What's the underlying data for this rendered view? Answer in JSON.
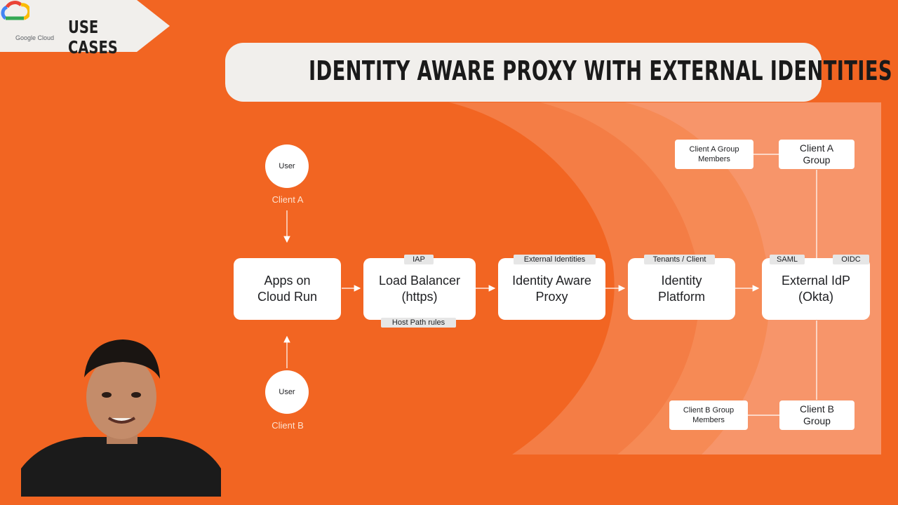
{
  "badge": {
    "brand": "Google Cloud",
    "label": "USE CASES"
  },
  "title": "IDENTITY AWARE PROXY WITH EXTERNAL IDENTITIES",
  "users": [
    {
      "icon_label": "User",
      "client": "Client A"
    },
    {
      "icon_label": "User",
      "client": "Client B"
    }
  ],
  "nodes": {
    "apps": "Apps on\nCloud Run",
    "lb": "Load Balancer\n(https)",
    "iap": "Identity Aware\nProxy",
    "idp_platform": "Identity\nPlatform",
    "external_idp": "External IdP\n(Okta)"
  },
  "tags": {
    "iap": "IAP",
    "host_path": "Host Path rules",
    "external_identities": "External Identities",
    "tenants": "Tenants / Client",
    "saml": "SAML",
    "oidc": "OIDC"
  },
  "groups": {
    "a_members": "Client A Group\nMembers",
    "a_group": "Client A\nGroup",
    "b_members": "Client B Group\nMembers",
    "b_group": "Client B\nGroup"
  },
  "colors": {
    "background": "#F26522",
    "title_pill": "#F1EFEC",
    "node": "#FFFFFF",
    "tag": "#E6E6E6"
  }
}
